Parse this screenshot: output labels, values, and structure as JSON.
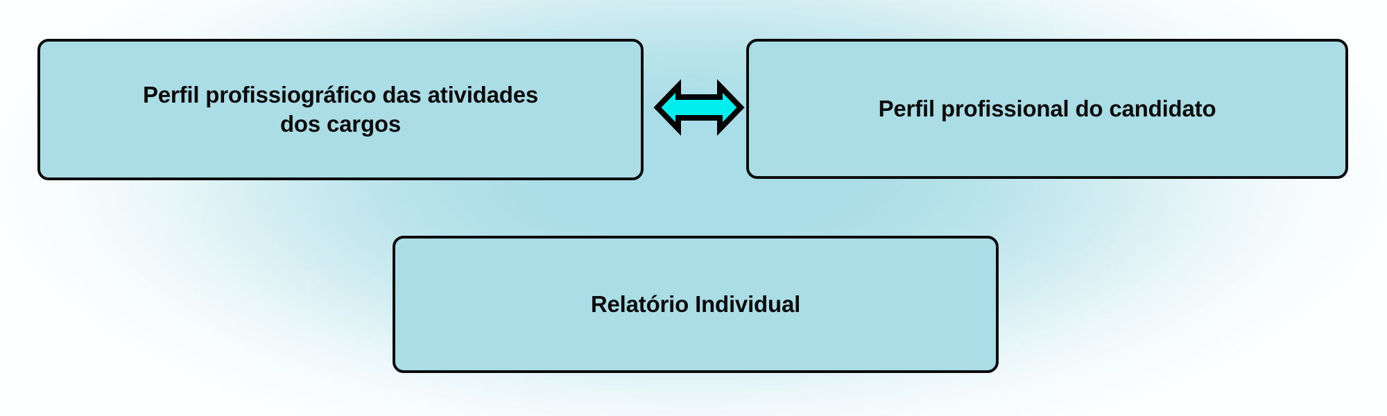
{
  "diagram": {
    "type": "flow-diagram",
    "background": {
      "style": "radial-gradient",
      "center_color": "#a9dde7",
      "edge_color": "#fcfeff"
    },
    "node_fill_color": "#abdde6",
    "node_border_color": "#0b0b0b",
    "text_color": "#0a0a0a",
    "nodes": [
      {
        "id": "profile-activities",
        "label": "Perfil profissiográfico das atividades\ndos cargos"
      },
      {
        "id": "candidate-profile",
        "label": "Perfil profissional do candidato"
      },
      {
        "id": "individual-report",
        "label": "Relatório Individual"
      }
    ],
    "connectors": [
      {
        "id": "bidirectional-arrow",
        "icon": "double-headed-arrow-icon",
        "from": "profile-activities",
        "to": "candidate-profile",
        "direction": "bidirectional",
        "fill_color": "#00eeee",
        "stroke_color": "#000000"
      }
    ]
  }
}
